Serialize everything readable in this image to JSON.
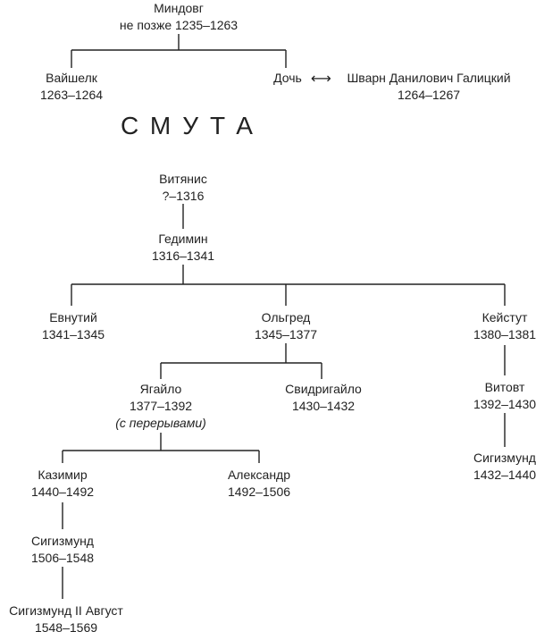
{
  "persons": {
    "mindovg": {
      "name": "Миндовг",
      "years": "не позже 1235–1263"
    },
    "vaishelk": {
      "name": "Вайшелк",
      "years": "1263–1264"
    },
    "daughter": {
      "name": "Дочь"
    },
    "shvarn": {
      "name": "Шварн Данилович Галицкий",
      "years": "1264–1267"
    },
    "vitenis": {
      "name": "Витянис",
      "years": "?–1316"
    },
    "gedimin": {
      "name": "Гедимин",
      "years": "1316–1341"
    },
    "evnutiy": {
      "name": "Евнутий",
      "years": "1341–1345"
    },
    "olgerd": {
      "name": "Ольгред",
      "years": "1345–1377"
    },
    "keistut": {
      "name": "Кейстут",
      "years": "1380–1381"
    },
    "yagailo": {
      "name": "Ягайло",
      "years": "1377–1392",
      "note": "(с перерывами)"
    },
    "svidrigailo": {
      "name": "Свидригайло",
      "years": "1430–1432"
    },
    "vitovt": {
      "name": "Витовт",
      "years": "1392–1430"
    },
    "sigismund_k": {
      "name": "Сигизмунд",
      "years": "1432–1440"
    },
    "kazimir": {
      "name": "Казимир",
      "years": "1440–1492"
    },
    "alexander": {
      "name": "Александр",
      "years": "1492–1506"
    },
    "sigismund1": {
      "name": "Сигизмунд",
      "years": "1506–1548"
    },
    "sigismund2": {
      "name": "Сигизмунд II Август",
      "years": "1548–1569"
    }
  },
  "smuta_label": "СМУТА",
  "spouse_symbol": "⟷"
}
